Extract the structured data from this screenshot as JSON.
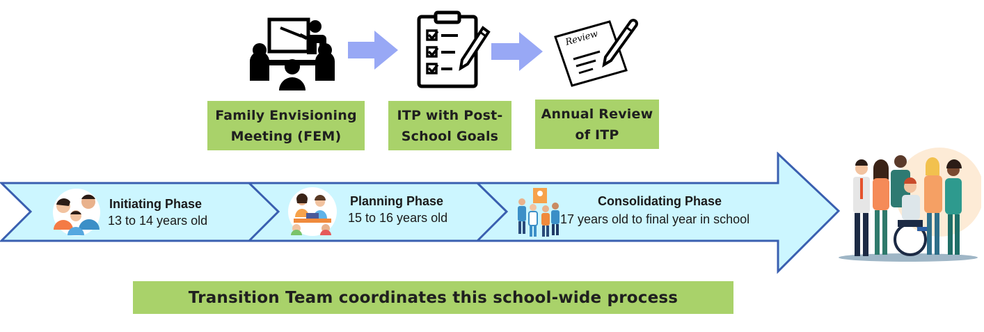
{
  "steps": [
    {
      "line1": "Family Envisioning",
      "line2": "Meeting (FEM)",
      "icon": "meeting-presentation-icon"
    },
    {
      "line1": "ITP with Post-",
      "line2": "School Goals",
      "icon": "clipboard-checklist-icon"
    },
    {
      "line1": "Annual Review",
      "line2": "of ITP",
      "icon": "review-document-icon"
    }
  ],
  "review_icon_text": "Review",
  "phases": [
    {
      "title": "Initiating Phase",
      "age": "13 to 14 years old",
      "icon": "family-illustration"
    },
    {
      "title": "Planning Phase",
      "age": "15 to 16 years old",
      "icon": "planning-group-illustration"
    },
    {
      "title": "Consolidating Phase",
      "age": "17 years old to final year in school",
      "icon": "students-illustration"
    }
  ],
  "footer": {
    "text": "Transition Team coordinates this school-wide process"
  },
  "colors": {
    "step_box": "#a9d26a",
    "connector_arrow": "#98a8f5",
    "timeline_fill": "#ccf6ff",
    "timeline_stroke": "#3a5fb0"
  }
}
